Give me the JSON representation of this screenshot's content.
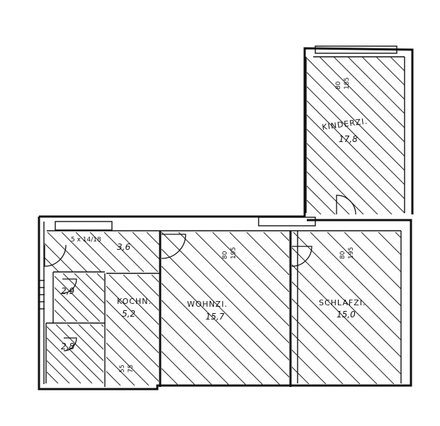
{
  "rooms": [
    {
      "key": "kinderzimmer",
      "name": "KINDERZI.",
      "area": "17,8",
      "dim1": "80",
      "dim2": "185"
    },
    {
      "key": "flur",
      "name": "",
      "area": "3,6",
      "dim1": "",
      "dim2": ""
    },
    {
      "key": "bad",
      "name": "",
      "area": "2,9",
      "dim1": "",
      "dim2": ""
    },
    {
      "key": "wc",
      "name": "",
      "area": "2,8",
      "dim1": "",
      "dim2": ""
    },
    {
      "key": "kueche",
      "name": "KOCHN.",
      "area": "5,2",
      "dim1": "55",
      "dim2": "75"
    },
    {
      "key": "wohnzimmer",
      "name": "WOHNZI.",
      "area": "15,7",
      "dim1": "80",
      "dim2": "195"
    },
    {
      "key": "schlafzimmer",
      "name": "SCHLAFZI.",
      "area": "15,0",
      "dim1": "80",
      "dim2": "195"
    }
  ],
  "annotations": {
    "corridor_note": "5 x 14/18"
  }
}
